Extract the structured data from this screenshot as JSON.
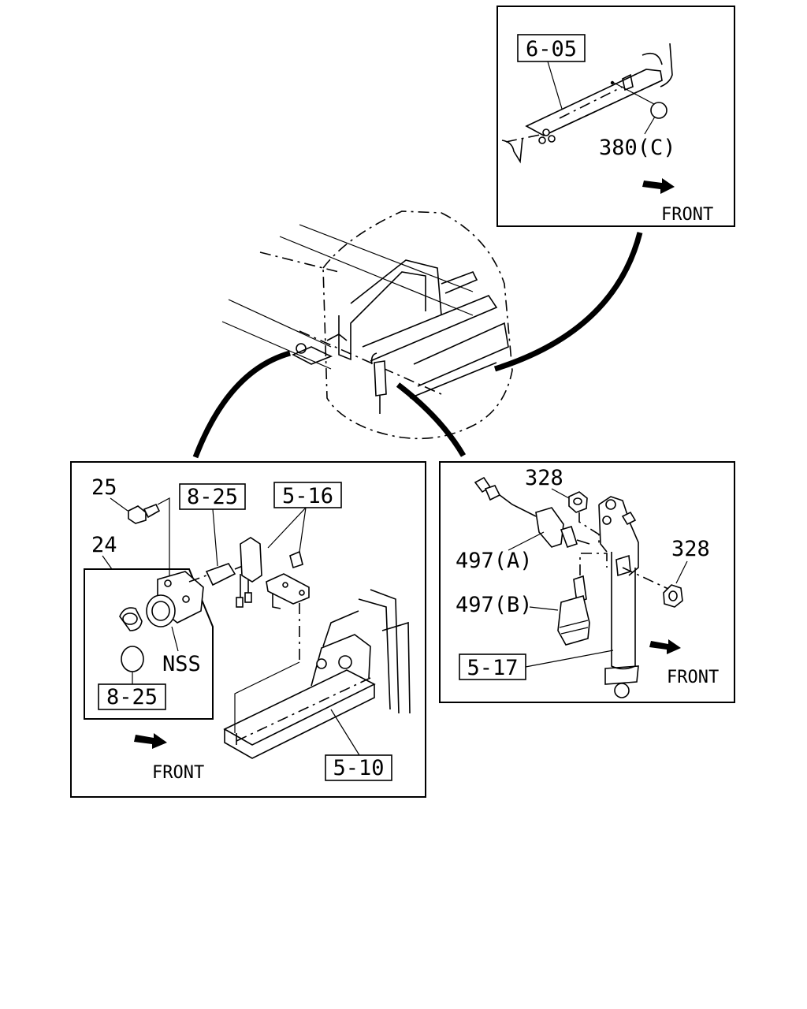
{
  "inset_top_right": {
    "ref_box": "6-05",
    "callout": "380(C)",
    "front_label": "FRONT"
  },
  "inset_left": {
    "callout_bolt": "25",
    "callout_assembly": "24",
    "ref_box_upper": "8-25",
    "ref_box_bracket": "5-16",
    "nss_label": "NSS",
    "ref_box_lower": "8-25",
    "ref_box_frame": "5-10",
    "front_label": "FRONT"
  },
  "inset_right": {
    "callout_nut_top": "328",
    "callout_nut_right": "328",
    "callout_sensor_a": "497(A)",
    "callout_sensor_b": "497(B)",
    "ref_box_shaft": "5-17",
    "front_label": "FRONT"
  }
}
